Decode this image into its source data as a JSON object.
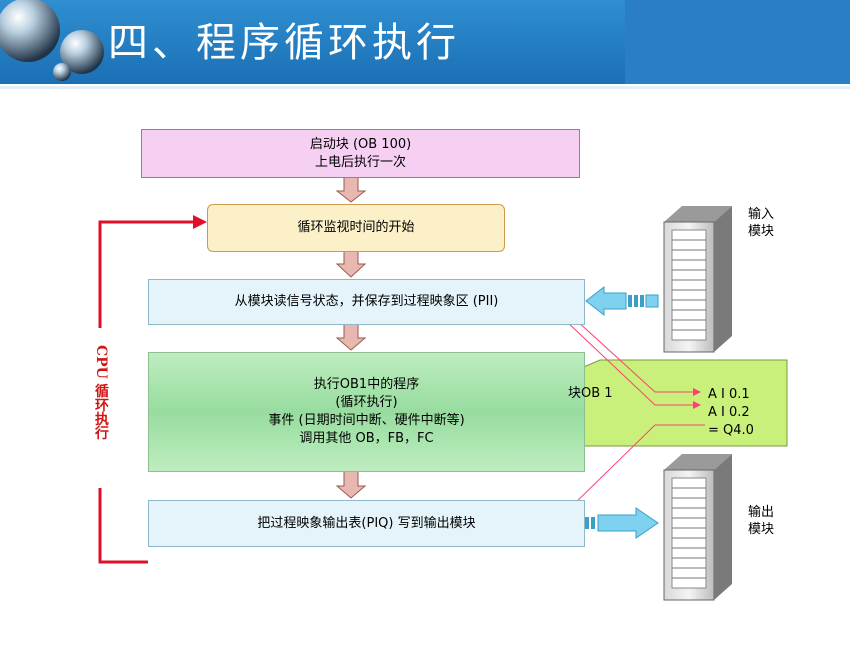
{
  "slide": {
    "title": "四、程序循环执行"
  },
  "flow": {
    "startup": {
      "line1": "启动块 (OB 100)",
      "line2": "上电后执行一次"
    },
    "cycle_start": "循环监视时间的开始",
    "read_inputs": "从模块读信号状态，并保存到过程映象区 (PII)",
    "execute": {
      "line1": "执行OB1中的程序",
      "line2": "(循环执行)",
      "line3": "事件 (日期时间中断、硬件中断等)",
      "line4": "调用其他 OB，FB，FC"
    },
    "write_outputs": "把过程映象输出表(PIQ) 写到输出模块"
  },
  "side": {
    "cpu_loop_label": "CPU 循环执行",
    "input_module_label_1": "输入",
    "input_module_label_2": "模块",
    "output_module_label_1": "输出",
    "output_module_label_2": "模块",
    "ob_block_label": "块OB 1",
    "io_lines": [
      "A I 0.1",
      "A I 0.2",
      "= Q4.0"
    ]
  },
  "colors": {
    "header": "#1b6fb5",
    "loop_arrow": "#e0102a",
    "signal_lines": "#ff4070",
    "ob_block": "#c8f07a",
    "io_arrow": "#7fd2ef"
  }
}
